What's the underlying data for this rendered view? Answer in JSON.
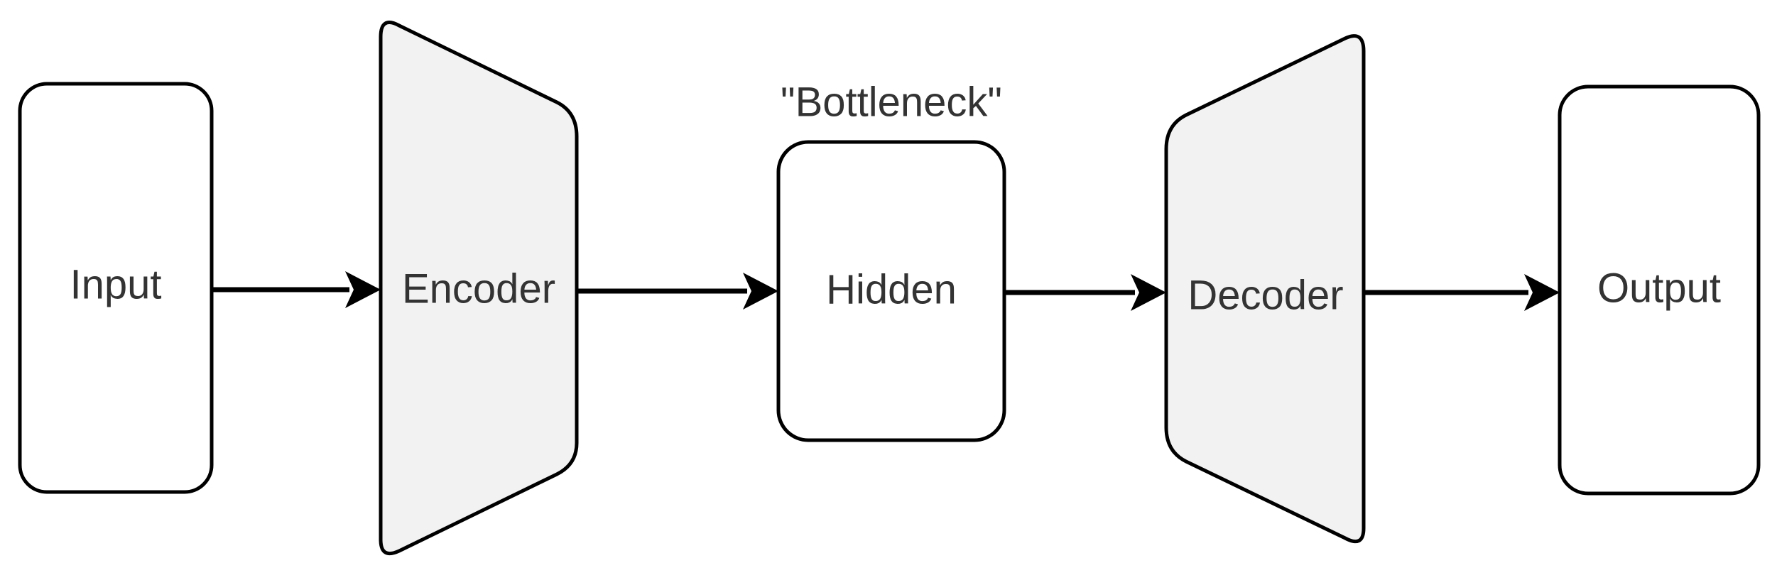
{
  "diagram": {
    "annotation": "\"Bottleneck\"",
    "nodes": {
      "input": "Input",
      "encoder": "Encoder",
      "hidden": "Hidden",
      "decoder": "Decoder",
      "output": "Output"
    },
    "colors": {
      "stroke": "#000000",
      "box_fill": "#ffffff",
      "trapezoid_fill": "#f2f2f2",
      "text": "#333333"
    }
  }
}
